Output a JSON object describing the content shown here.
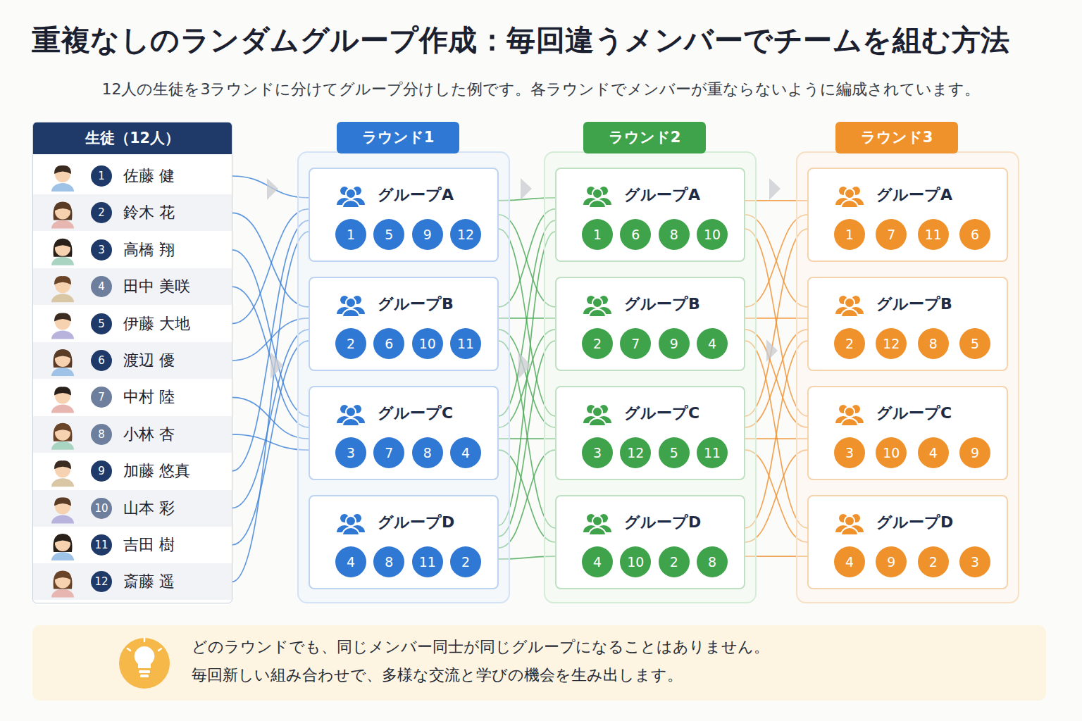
{
  "diagram": {
    "title": "重複なしのランダムグループ作成：毎回違うメンバーでチームを組む方法",
    "nodes": [
      {
        "text": [
          "生徒（12人）"
        ]
      },
      {
        "text": [
          "1",
          "佐藤 健"
        ],
        "in": 0
      },
      {
        "text": [
          "2",
          "鈴木 花"
        ],
        "in": 0
      },
      {
        "text": [
          "3",
          "高橋 翔"
        ],
        "in": 0
      },
      {
        "text": [
          "4",
          "田中 美咲"
        ],
        "in": 0
      },
      {
        "text": [
          "5",
          "伊藤 大地"
        ],
        "in": 0
      },
      {
        "text": [
          "6",
          "渡辺 優"
        ],
        "in": 0
      },
      {
        "text": [
          "7",
          "中村 陸"
        ],
        "in": 0
      },
      {
        "text": [
          "8",
          "小林 杏"
        ],
        "in": 0
      },
      {
        "text": [
          "9",
          "加藤 悠真"
        ],
        "in": 0
      },
      {
        "text": [
          "10",
          "山本 彩"
        ],
        "in": 0
      },
      {
        "text": [
          "11",
          "吉田 樹"
        ],
        "in": 0
      },
      {
        "text": [
          "12",
          "斎藤 遥"
        ],
        "in": 0
      },
      {
        "text": [
          "ラウンド1"
        ]
      },
      {
        "text": [
          "グループA"
        ],
        "in": 13
      },
      {
        "text": [
          "1"
        ],
        "in": 14
      },
      {
        "text": [
          "5"
        ],
        "in": 14
      },
      {
        "text": [
          "9"
        ],
        "in": 14
      },
      {
        "text": [
          "12"
        ],
        "in": 14
      },
      {
        "text": [
          "グループB"
        ],
        "in": 13
      },
      {
        "text": [
          "2"
        ],
        "in": 19
      },
      {
        "text": [
          "6"
        ],
        "in": 19
      },
      {
        "text": [
          "10"
        ],
        "in": 19
      },
      {
        "text": [
          "11"
        ],
        "in": 19
      },
      {
        "text": [
          "グループC"
        ],
        "in": 13
      },
      {
        "text": [
          "3"
        ],
        "in": 24
      },
      {
        "text": [
          "7"
        ],
        "in": 24
      },
      {
        "text": [
          "8"
        ],
        "in": 24
      },
      {
        "text": [
          "4"
        ],
        "in": 24
      },
      {
        "text": [
          "グループD"
        ],
        "in": 13
      },
      {
        "text": [
          "4"
        ],
        "in": 29
      },
      {
        "text": [
          "8"
        ],
        "in": 29
      },
      {
        "text": [
          "11"
        ],
        "in": 29
      },
      {
        "text": [
          "2"
        ],
        "in": 29
      },
      {
        "text": [
          "ラウンド2"
        ]
      },
      {
        "text": [
          "グループA"
        ],
        "in": 34
      },
      {
        "text": [
          "1"
        ],
        "in": 35
      },
      {
        "text": [
          "6"
        ],
        "in": 35
      },
      {
        "text": [
          "8"
        ],
        "in": 35
      },
      {
        "text": [
          "10"
        ],
        "in": 35
      },
      {
        "text": [
          "グループB"
        ],
        "in": 34
      },
      {
        "text": [
          "2"
        ],
        "in": 40
      },
      {
        "text": [
          "7"
        ],
        "in": 40
      },
      {
        "text": [
          "9"
        ],
        "in": 40
      },
      {
        "text": [
          "4"
        ],
        "in": 40
      },
      {
        "text": [
          "グループC"
        ],
        "in": 34
      },
      {
        "text": [
          "3"
        ],
        "in": 45
      },
      {
        "text": [
          "12"
        ],
        "in": 45
      },
      {
        "text": [
          "5"
        ],
        "in": 45
      },
      {
        "text": [
          "11"
        ],
        "in": 45
      },
      {
        "text": [
          "グループD"
        ],
        "in": 34
      },
      {
        "text": [
          "4"
        ],
        "in": 50
      },
      {
        "text": [
          "10"
        ],
        "in": 50
      },
      {
        "text": [
          "2"
        ],
        "in": 50
      },
      {
        "text": [
          "8"
        ],
        "in": 50
      },
      {
        "text": [
          "ラウンド3"
        ]
      },
      {
        "text": [
          "グループA"
        ],
        "in": 55
      },
      {
        "text": [
          "1"
        ],
        "in": 56
      },
      {
        "text": [
          "7"
        ],
        "in": 56
      },
      {
        "text": [
          "11"
        ],
        "in": 56
      },
      {
        "text": [
          "6"
        ],
        "in": 56
      },
      {
        "text": [
          "グループB"
        ],
        "in": 55
      },
      {
        "text": [
          "2"
        ],
        "in": 61
      },
      {
        "text": [
          "12"
        ],
        "in": 61
      },
      {
        "text": [
          "8"
        ],
        "in": 61
      },
      {
        "text": [
          "5"
        ],
        "in": 61
      },
      {
        "text": [
          "グループC"
        ],
        "in": 55
      },
      {
        "text": [
          "3"
        ],
        "in": 66
      },
      {
        "text": [
          "10"
        ],
        "in": 66
      },
      {
        "text": [
          "4"
        ],
        "in": 66
      },
      {
        "text": [
          "9"
        ],
        "in": 66
      },
      {
        "text": [
          "グループD"
        ],
        "in": 55
      },
      {
        "text": [
          "4"
        ],
        "in": 71
      },
      {
        "text": [
          "9"
        ],
        "in": 71
      },
      {
        "text": [
          "2"
        ],
        "in": 71
      },
      {
        "text": [
          "3"
        ],
        "in": 71
      },
      {
        "text": [
          "どのラウンドでも、同じメンバー同士が同じグループになることはありません。",
          "毎回新しい組み合わせで、多様な交流と学びの機会を生み出します。"
        ]
      }
    ],
    "edges": [
      {
        "from": 1,
        "to": 14,
        "arrow": "none"
      },
      {
        "from": 2,
        "to": 19,
        "arrow": "none"
      },
      {
        "from": 3,
        "to": 24,
        "arrow": "none"
      },
      {
        "from": 4,
        "to": 24,
        "arrow": "none"
      },
      {
        "from": 5,
        "to": 14,
        "arrow": "none"
      },
      {
        "from": 6,
        "to": 19,
        "arrow": "none"
      },
      {
        "from": 7,
        "to": 24,
        "arrow": "none"
      },
      {
        "from": 8,
        "to": 24,
        "arrow": "none"
      },
      {
        "from": 9,
        "to": 14,
        "arrow": "none"
      },
      {
        "from": 10,
        "to": 19,
        "arrow": "none"
      },
      {
        "from": 11,
        "to": 19,
        "arrow": "none"
      },
      {
        "from": 12,
        "to": 14,
        "arrow": "none"
      },
      {
        "from": 14,
        "to": 35,
        "arrow": "none"
      },
      {
        "from": 14,
        "to": 40,
        "arrow": "none"
      },
      {
        "from": 14,
        "to": 45,
        "arrow": "none"
      },
      {
        "from": 19,
        "to": 35,
        "arrow": "none"
      },
      {
        "from": 19,
        "to": 40,
        "arrow": "none"
      },
      {
        "from": 19,
        "to": 45,
        "arrow": "none"
      },
      {
        "from": 19,
        "to": 50,
        "arrow": "none"
      },
      {
        "from": 24,
        "to": 35,
        "arrow": "none"
      },
      {
        "from": 24,
        "to": 40,
        "arrow": "none"
      },
      {
        "from": 24,
        "to": 45,
        "arrow": "none"
      },
      {
        "from": 24,
        "to": 50,
        "arrow": "none"
      },
      {
        "from": 29,
        "to": 35,
        "arrow": "none"
      },
      {
        "from": 29,
        "to": 40,
        "arrow": "none"
      },
      {
        "from": 29,
        "to": 45,
        "arrow": "none"
      },
      {
        "from": 29,
        "to": 50,
        "arrow": "none"
      },
      {
        "from": 35,
        "to": 56,
        "arrow": "none"
      },
      {
        "from": 35,
        "to": 61,
        "arrow": "none"
      },
      {
        "from": 35,
        "to": 66,
        "arrow": "none"
      },
      {
        "from": 40,
        "to": 56,
        "arrow": "none"
      },
      {
        "from": 40,
        "to": 61,
        "arrow": "none"
      },
      {
        "from": 40,
        "to": 66,
        "arrow": "none"
      },
      {
        "from": 40,
        "to": 71,
        "arrow": "none"
      },
      {
        "from": 45,
        "to": 56,
        "arrow": "none"
      },
      {
        "from": 45,
        "to": 61,
        "arrow": "none"
      },
      {
        "from": 45,
        "to": 66,
        "arrow": "none"
      },
      {
        "from": 45,
        "to": 71,
        "arrow": "none"
      },
      {
        "from": 50,
        "to": 61,
        "arrow": "none"
      },
      {
        "from": 50,
        "to": 66,
        "arrow": "none"
      },
      {
        "from": 50,
        "to": 71,
        "arrow": "none"
      }
    ],
    "labels": [
      "12人の生徒を3ラウンドに分けてグループ分けした例です。各ラウンドでメンバーが重ならないように編成されています。"
    ]
  }
}
